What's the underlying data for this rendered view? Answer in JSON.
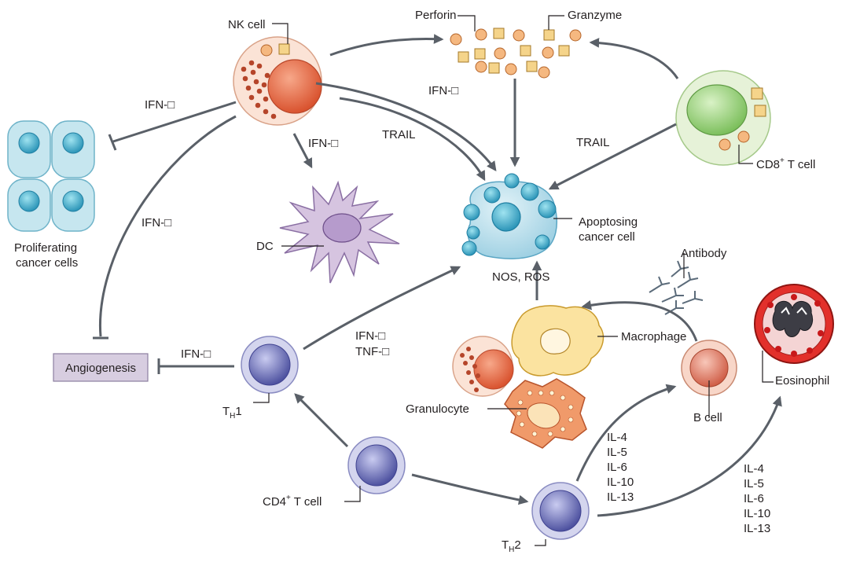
{
  "colors": {
    "arrow": "#5a6068",
    "nk_cell": "#f2a07f",
    "cd8_cell": "#cfe5b5",
    "t_cell": "#8587c4",
    "apoptosing_cell": "#a7d6e6",
    "dc": "#bfa8cc",
    "macrophage": "#f5d36a",
    "granulocyte": "#ec8a5c",
    "b_cell": "#e79c84",
    "eosinophil": "#d1242a",
    "angiogenesis_box": "#d7cde0"
  },
  "cells": {
    "nk": "NK cell",
    "cd8": "CD8",
    "cd8_sup": "+",
    "cd8_suffix": " T cell",
    "apoptosing_line1": "Apoptosing",
    "apoptosing_line2": "cancer cell",
    "proliferating_line1": "Proliferating",
    "proliferating_line2": "cancer cells",
    "dc": "DC",
    "macrophage": "Macrophage",
    "granulocyte": "Granulocyte",
    "b_cell": "B cell",
    "eosinophil": "Eosinophil",
    "antibody": "Antibody",
    "th1_t": "T",
    "th1_sub": "H",
    "th1_n": "1",
    "th2_t": "T",
    "th2_sub": "H",
    "th2_n": "2",
    "cd4": "CD4",
    "cd4_sup": "+",
    "cd4_suffix": " T cell"
  },
  "molecules": {
    "perforin": "Perforin",
    "granzyme": "Granzyme",
    "ifn": "IFN-",
    "tnf": "TNF-",
    "trail": "TRAIL",
    "nos_ros": "NOS, ROS",
    "angiogenesis": "Angiogenesis"
  },
  "cytokines_a": [
    "IL-4",
    "IL-5",
    "IL-6",
    "IL-10",
    "IL-13"
  ],
  "cytokines_b": [
    "IL-4",
    "IL-5",
    "IL-6",
    "IL-10",
    "IL-13"
  ]
}
